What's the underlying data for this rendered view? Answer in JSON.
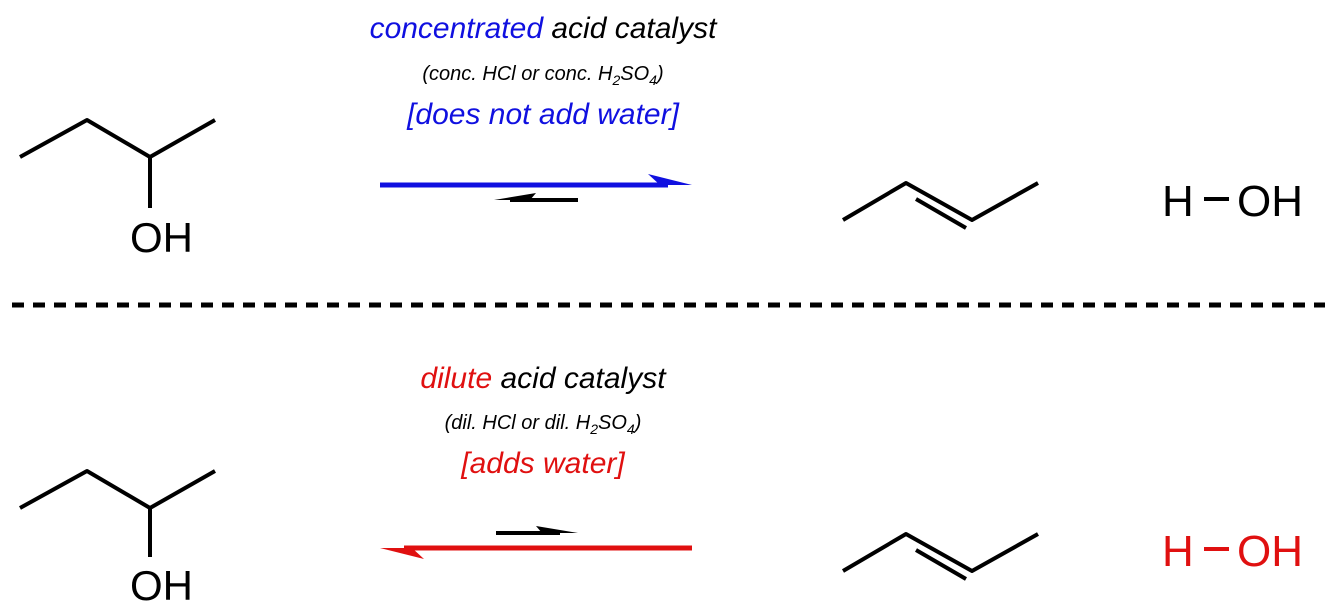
{
  "top": {
    "conditions": {
      "emphasis": "concentrated",
      "rest": " acid catalyst",
      "examples": {
        "open": "(conc. HCl or conc. H",
        "sub1": "2",
        "mid": "SO",
        "sub2": "4",
        "close": ")"
      },
      "note": "[does not add water]"
    },
    "reactant_label": "OH",
    "water": {
      "h": "H",
      "oh": "OH"
    },
    "favored_direction": "forward"
  },
  "bottom": {
    "conditions": {
      "emphasis": "dilute",
      "rest": " acid catalyst",
      "examples": {
        "open": "(dil. HCl or dil. H",
        "sub1": "2",
        "mid": "SO",
        "sub2": "4",
        "close": ")"
      },
      "note": "[adds water]"
    },
    "reactant_label": "OH",
    "water": {
      "h": "H",
      "oh": "OH"
    },
    "favored_direction": "reverse"
  },
  "colors": {
    "concentrated": "#1010E0",
    "dilute": "#E01010",
    "structure": "#000000"
  }
}
